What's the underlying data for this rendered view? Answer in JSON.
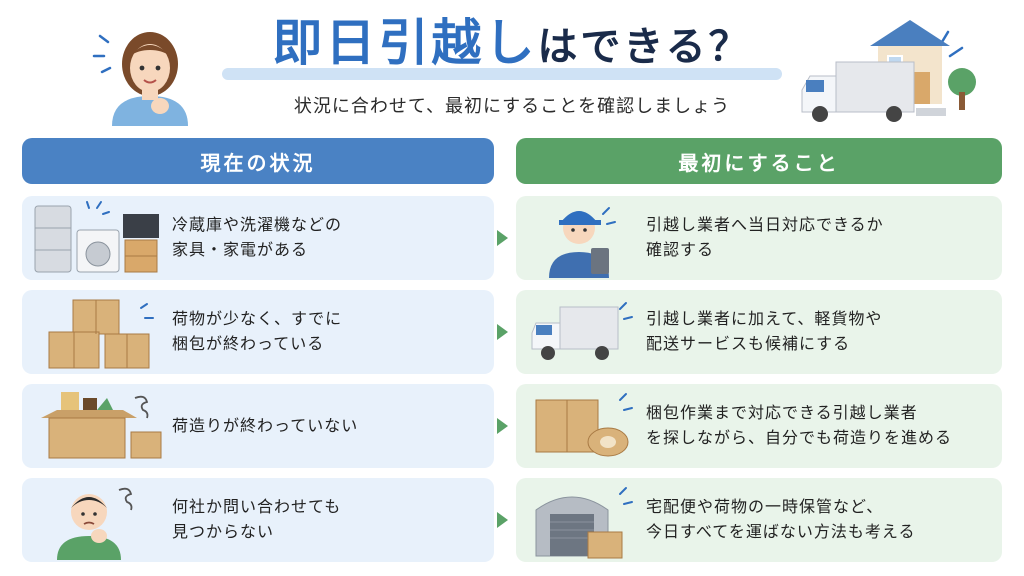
{
  "header": {
    "title_main": "即日引越し",
    "title_rest": "はできる？",
    "subtitle": "状況に合わせて、最初にすることを確認しましょう"
  },
  "columns": {
    "left_title": "現在の状況",
    "right_title": "最初にすること"
  },
  "rows": [
    {
      "situation": "冷蔵庫や洗濯機などの\n家具・家電がある",
      "situation_icon": "appliances-icon",
      "action": "引越し業者へ当日対応できるか\n確認する",
      "action_icon": "mover-worker-icon"
    },
    {
      "situation": "荷物が少なく、すでに\n梱包が終わっている",
      "situation_icon": "packed-boxes-icon",
      "action": "引越し業者に加えて、軽貨物や\n配送サービスも候補にする",
      "action_icon": "delivery-truck-icon"
    },
    {
      "situation": "荷造りが終わっていない",
      "situation_icon": "unpacked-box-icon",
      "action": "梱包作業まで対応できる引越し業者\nを探しながら、自分でも荷造りを進める",
      "action_icon": "box-and-tape-icon"
    },
    {
      "situation": "何社か問い合わせても\n見つからない",
      "situation_icon": "worried-man-icon",
      "action": "宅配便や荷物の一時保管など、\n今日すべてを運ばない方法も考える",
      "action_icon": "storage-unit-icon"
    }
  ],
  "colors": {
    "left_header": "#4a82c4",
    "right_header": "#5aa267",
    "left_row_bg": "#e8f1fb",
    "right_row_bg": "#e9f4ea",
    "title_blue": "#2f6fc0"
  }
}
